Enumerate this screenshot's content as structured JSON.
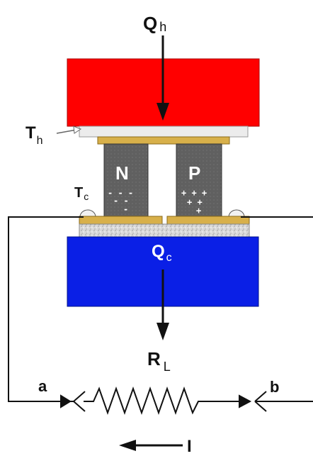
{
  "labels": {
    "q_hot": "Q",
    "q_hot_sub": "h",
    "t_hot": "T",
    "t_hot_sub": "h",
    "t_cold": "T",
    "t_cold_sub": "c",
    "q_cold": "Q",
    "q_cold_sub": "c",
    "n_type": "N",
    "p_type": "P",
    "load": "R",
    "load_sub": "L",
    "terminal_a": "a",
    "terminal_b": "b",
    "current": "I"
  },
  "charges": {
    "n_row1": "- - -",
    "n_row2": "- -",
    "n_row3": "-",
    "p_row1": "+ + +",
    "p_row2": "+ +",
    "p_row3": "+"
  },
  "colors": {
    "hot_block": "#ff0000",
    "cold_block": "#0a1fe6",
    "pellet": "#5a5a5a",
    "copper": "#d8b04a",
    "ceramic": "#eeeeee",
    "wire": "#111111"
  }
}
